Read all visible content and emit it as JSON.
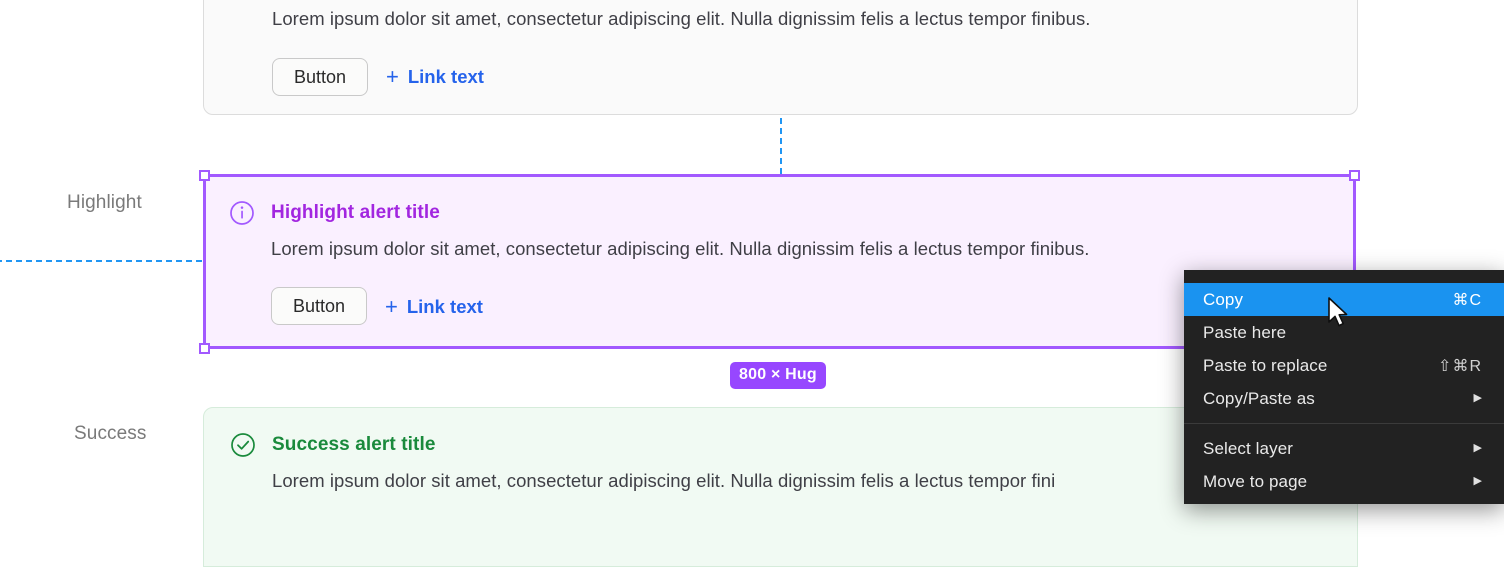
{
  "canvas": {
    "background": "#ffffff",
    "guide_color": "#2196f3",
    "selection_color": "#a259ff"
  },
  "row_labels": [
    {
      "name": "highlight",
      "text": "Highlight"
    },
    {
      "name": "success",
      "text": "Success"
    }
  ],
  "alerts": [
    {
      "variant": "neutral",
      "icon": "info-icon",
      "title": "",
      "body": "Lorem ipsum dolor sit amet, consectetur adipiscing elit. Nulla dignissim felis a lectus tempor finibus.",
      "button_label": "Button",
      "link_label": "Link text",
      "link_icon": "plus-icon"
    },
    {
      "variant": "highlight",
      "icon": "info-circle-icon",
      "title": "Highlight alert title",
      "body": "Lorem ipsum dolor sit amet, consectetur adipiscing elit. Nulla dignissim felis a lectus tempor finibus.",
      "button_label": "Button",
      "link_label": "Link text",
      "link_icon": "plus-icon",
      "title_color": "#a226e0",
      "background": "#faf0ff"
    },
    {
      "variant": "success",
      "icon": "check-circle-icon",
      "title": "Success alert title",
      "body": "Lorem ipsum dolor sit amet, consectetur adipiscing elit. Nulla dignissim felis a lectus tempor fini",
      "title_color": "#1a8a3c",
      "background": "#f1faf3"
    }
  ],
  "size_badge": {
    "text": "800 × Hug",
    "color": "#9747ff"
  },
  "context_menu": {
    "items": [
      {
        "name": "copy",
        "label": "Copy",
        "shortcut": "⌘C",
        "selected": true,
        "submenu": false
      },
      {
        "name": "paste-here",
        "label": "Paste here",
        "shortcut": "",
        "selected": false,
        "submenu": false
      },
      {
        "name": "paste-to-replace",
        "label": "Paste to replace",
        "shortcut": "⇧⌘R",
        "selected": false,
        "submenu": false
      },
      {
        "name": "copy-paste-as",
        "label": "Copy/Paste as",
        "shortcut": "",
        "selected": false,
        "submenu": true
      }
    ],
    "items_after_separator": [
      {
        "name": "select-layer",
        "label": "Select layer",
        "shortcut": "",
        "selected": false,
        "submenu": true
      },
      {
        "name": "move-to-page",
        "label": "Move to page",
        "shortcut": "",
        "selected": false,
        "submenu": true
      }
    ],
    "arrow_glyph": "▶",
    "highlight_color": "#1a93f0",
    "background": "#222222"
  }
}
